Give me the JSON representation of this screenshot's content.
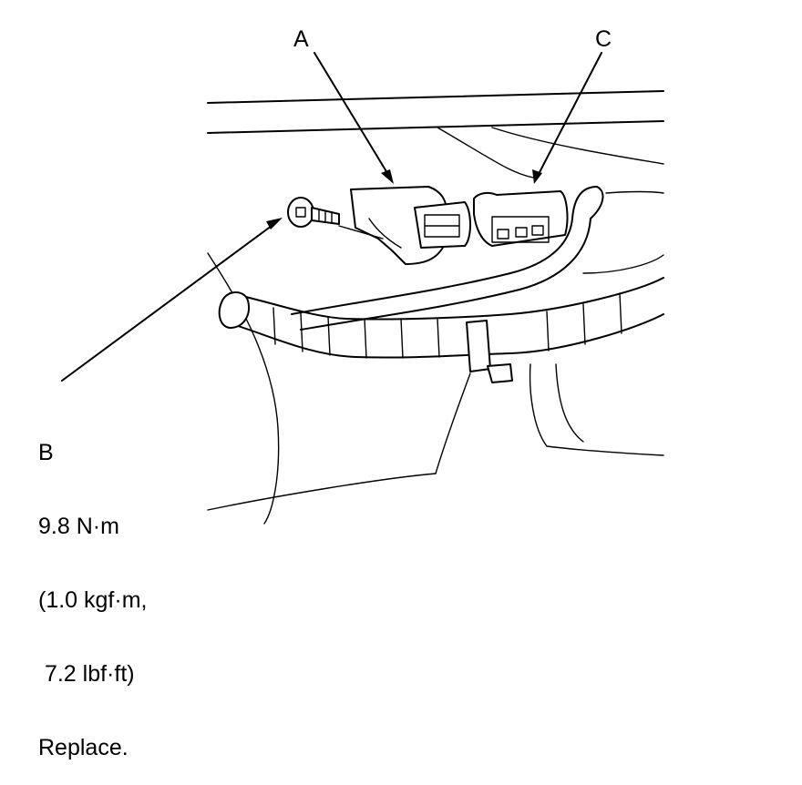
{
  "labels": {
    "a": "A",
    "c": "C",
    "b": "B"
  },
  "torque_callout": {
    "lines": [
      "9.8 N·m",
      "(1.0 kgf·m,",
      " 7.2 lbf·ft)",
      "Replace."
    ]
  },
  "colors": {
    "ink": "#000000",
    "paper": "#ffffff"
  }
}
